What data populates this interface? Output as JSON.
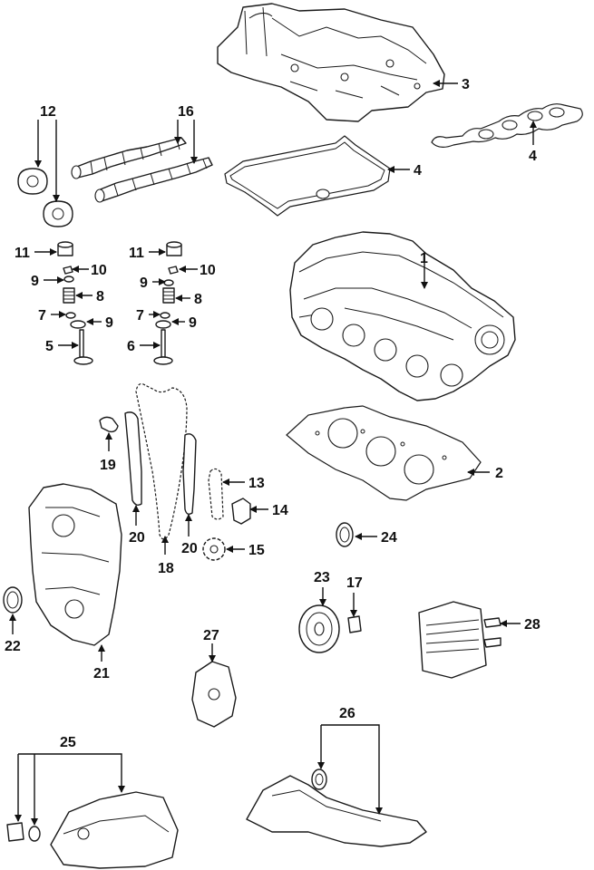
{
  "callouts": {
    "c1": "1",
    "c2": "2",
    "c3": "3",
    "c4a": "4",
    "c4b": "4",
    "c5": "5",
    "c6": "6",
    "c7a": "7",
    "c7b": "7",
    "c8a": "8",
    "c8b": "8",
    "c9a": "9",
    "c9b": "9",
    "c9c": "9",
    "c9d": "9",
    "c10a": "10",
    "c10b": "10",
    "c11a": "11",
    "c11b": "11",
    "c12": "12",
    "c13": "13",
    "c14": "14",
    "c15": "15",
    "c16": "16",
    "c17": "17",
    "c18": "18",
    "c19": "19",
    "c20a": "20",
    "c20b": "20",
    "c21": "21",
    "c22": "22",
    "c23": "23",
    "c24": "24",
    "c25": "25",
    "c26": "26",
    "c27": "27",
    "c28": "28"
  }
}
